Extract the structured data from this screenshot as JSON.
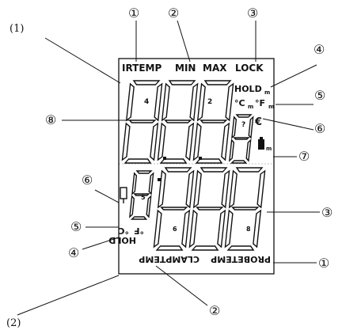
{
  "callouts": {
    "top_left": "(1)",
    "bottom_left": "(2)",
    "c1_top": "①",
    "c2_top": "②",
    "c3_top": "③",
    "c4_right": "④",
    "c5_right": "⑤",
    "c6_right": "⑥",
    "c7_right": "⑦",
    "c8_left": "⑧",
    "c6_left": "⑥",
    "c5_left": "⑤",
    "c4_left": "④",
    "c3_right": "③",
    "c1_right": "①",
    "c2_bottom": "②"
  },
  "lcd": {
    "irtemp": "IRTEMP",
    "min": "MIN",
    "max": "MAX",
    "lock": "LOCK",
    "hold_top": "HOLD",
    "hold_top_sub": "m",
    "deg_c_top": "°C",
    "deg_c_top_sub": "m",
    "deg_f_top": "°F",
    "deg_f_top_sub": "m",
    "epsilon": "€",
    "battery_sub": "m",
    "digit_tag_1": "4",
    "digit_tag_2": "2",
    "digit_tag_3": "?",
    "bottom_digit_tag_1": "5",
    "bottom_digit_tag_2": "6",
    "bottom_digit_tag_3": "8",
    "hold_bottom": "HOLD",
    "deg_f_bottom": "°F",
    "deg_c_bottom": "°C",
    "probetemp": "PROBETEMP",
    "clamptemp": "CLAMPTEMP"
  }
}
